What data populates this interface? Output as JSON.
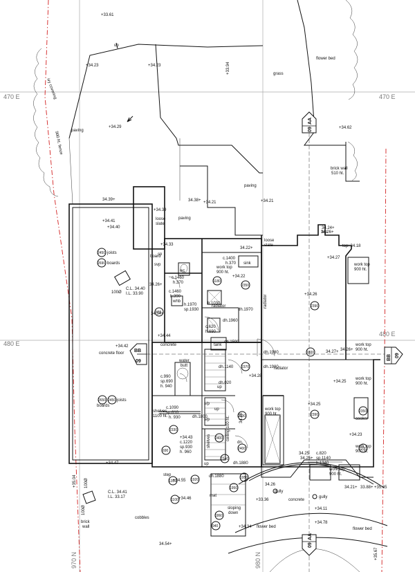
{
  "grid": {
    "e470": "470 E",
    "e480": "480 E",
    "n970": "970 N",
    "n980": "980 N"
  },
  "section_marks": {
    "aa": "AA",
    "aa_sheet": "09",
    "bb": "BB",
    "bb_sheet": "09"
  },
  "levels": {
    "l1": "+33.61",
    "l2": "+34.23",
    "l3": "+34.23",
    "l4": "+33.94",
    "l5": "+34.29",
    "l6": "+34.62",
    "l7": "34.39+",
    "l8": "+34.39",
    "l9": "34.38+",
    "l10": "+34.21",
    "l11": "+34.21",
    "l12": "+34.41",
    "l13": "+34.40",
    "l14": "+34.33",
    "l15": "34.22+",
    "l16": "+34.18",
    "l17": "+34.27",
    "l18": "34.26+",
    "l19": "+34.22",
    "l20": "+34.26",
    "l21": "34.24+",
    "l22": "34.26+",
    "l23": "34.54+",
    "l24": "+34.42",
    "l25": "+34.44",
    "l26": "34.27+",
    "l27": "34.26+",
    "l28": "+34.28",
    "l29": "+34.25",
    "l30": "+34.25",
    "l31": "+34.23",
    "l32": "34.25+",
    "l33": "34.28",
    "l34": "+34.43",
    "l35": "+34.47",
    "l36": "+34.55",
    "l37": "+34.46",
    "l38": "+34.11",
    "l39": "34.21+",
    "l40": "33.88+",
    "l41": "+35.65",
    "l42": "+34.78",
    "l43": "+34.34",
    "l44": "+33.36",
    "l45": "34.54+",
    "l46": "+35.04",
    "l47": "+35.67",
    "l48": "34.25",
    "l49": "34.26"
  },
  "labels": {
    "ivy": "ivy covering",
    "fence": "900 ht. fence",
    "paving1": "paving",
    "paving2": "paving",
    "paving3": "paving",
    "grass": "grass",
    "flower_bed1": "flower bed",
    "flower_bed2": "flower bed",
    "flower_bed3": "flower bed",
    "brick_wall": "brick wall",
    "brick_wall_ht": "510 ht.",
    "loose_slate1": "loose",
    "loose_slate1b": "slate",
    "loose_slate2": "loose",
    "loose_slate2b": "slate",
    "joists1": "joists",
    "boards1": "boards",
    "joists2": "joists",
    "boards2": "boards",
    "concrete1": "concrete",
    "concrete_floor": "concrete floor",
    "concrete2": "concrete",
    "water_butt": "water",
    "water_butt2": "butt",
    "board": "board",
    "svp": "svp",
    "wc": "wc",
    "whb": "whb",
    "sink": "sink",
    "radiator1": "radiator",
    "radiator2": "radiator",
    "radiator3": "radiator",
    "tank": "tank",
    "shelves1": "shelves",
    "shelves1_ht": "1100 ht.",
    "shelves2": "shelves",
    "cooker": "cooker",
    "work_top1": "work top",
    "work_top1b": "900 ht.",
    "work_top2": "work top",
    "work_top2b": "900 ht.",
    "work_top3": "work top",
    "work_top3b": "900 ht.",
    "work_top4": "work top",
    "work_top4b": "900 ht.",
    "work_top5": "work top",
    "work_top5b": "900 ht.",
    "work_top6": "work top",
    "work_top6b": "900 ht.",
    "work_top7": "work top",
    "work_top7b": "900 ht.",
    "ceiling_slope": "ceiling 100 ht.",
    "sloping_down": "sloping",
    "sloping_down2": "down",
    "gully1": "gully",
    "gully2": "gully",
    "brick_wall2": "brick",
    "brick_wall2b": "wall",
    "cobbles": "cobbles",
    "cl1": "C.L. 34.40",
    "il1": "I.L. 33.90",
    "cl2": "C.L. 34.41",
    "il2": "I.L. 33.17",
    "sz1": "100Ø",
    "sz2": "100Ø",
    "sz3": "100Ø",
    "up1": "up",
    "up2": "up",
    "up3": "up",
    "up4": "up",
    "top1": "top",
    "top2": "top",
    "mat": "mat",
    "step_a": "step",
    "stairs_dn": "dn.",
    "vol_sp": "sp",
    "sig1": "s/p",
    "sig2": "s/p"
  },
  "dims": {
    "d1": "c.1460",
    "d1b": "h.370",
    "d2": "c.1460",
    "d2b": "h.390",
    "d3": "c.1400",
    "d3b": "h.370",
    "d4": "h.1970",
    "d4b": "sp.1930",
    "d5": "h.1030",
    "d6": "dh.1970",
    "d7": "c.620",
    "d7b": "h.690",
    "d8": "dh.1960",
    "d9": "dh.1590",
    "d10": "dh.1980",
    "d11": "dh.1980",
    "d12": "dh.1140",
    "d13": "dh.020",
    "d14": "c.990",
    "d14b": "sp.690",
    "d14c": "h. 940",
    "d15": "c.1090",
    "d15b": "sp.610",
    "d15c": "h. 930",
    "d16": "c.1220",
    "d16b": "sp.930",
    "d16c": "h. 960",
    "d17": "dh.1800",
    "d18": "dh.1880",
    "d19": "dh.1880",
    "d20": "c.820",
    "d20b": "sp.1140",
    "d20c": "h.1340"
  },
  "circles": {
    "c1": "2450",
    "c2": "2690",
    "c3": "2650",
    "c4": "2450",
    "c5": "1180",
    "c6": "2350",
    "c7": "2390",
    "c8": "2370",
    "c9": "1800",
    "c10": "2390",
    "c11": "2350",
    "c12": "2330",
    "c13": "2330",
    "c14": "2330",
    "c15": "2400",
    "c16": "2400",
    "c17": "2340",
    "c18": "1920",
    "c19": "1950",
    "c20": "1950",
    "c21": "1860",
    "c22": "940",
    "c23": "1350",
    "c24": "1100",
    "c25": "620",
    "c26": "690"
  }
}
